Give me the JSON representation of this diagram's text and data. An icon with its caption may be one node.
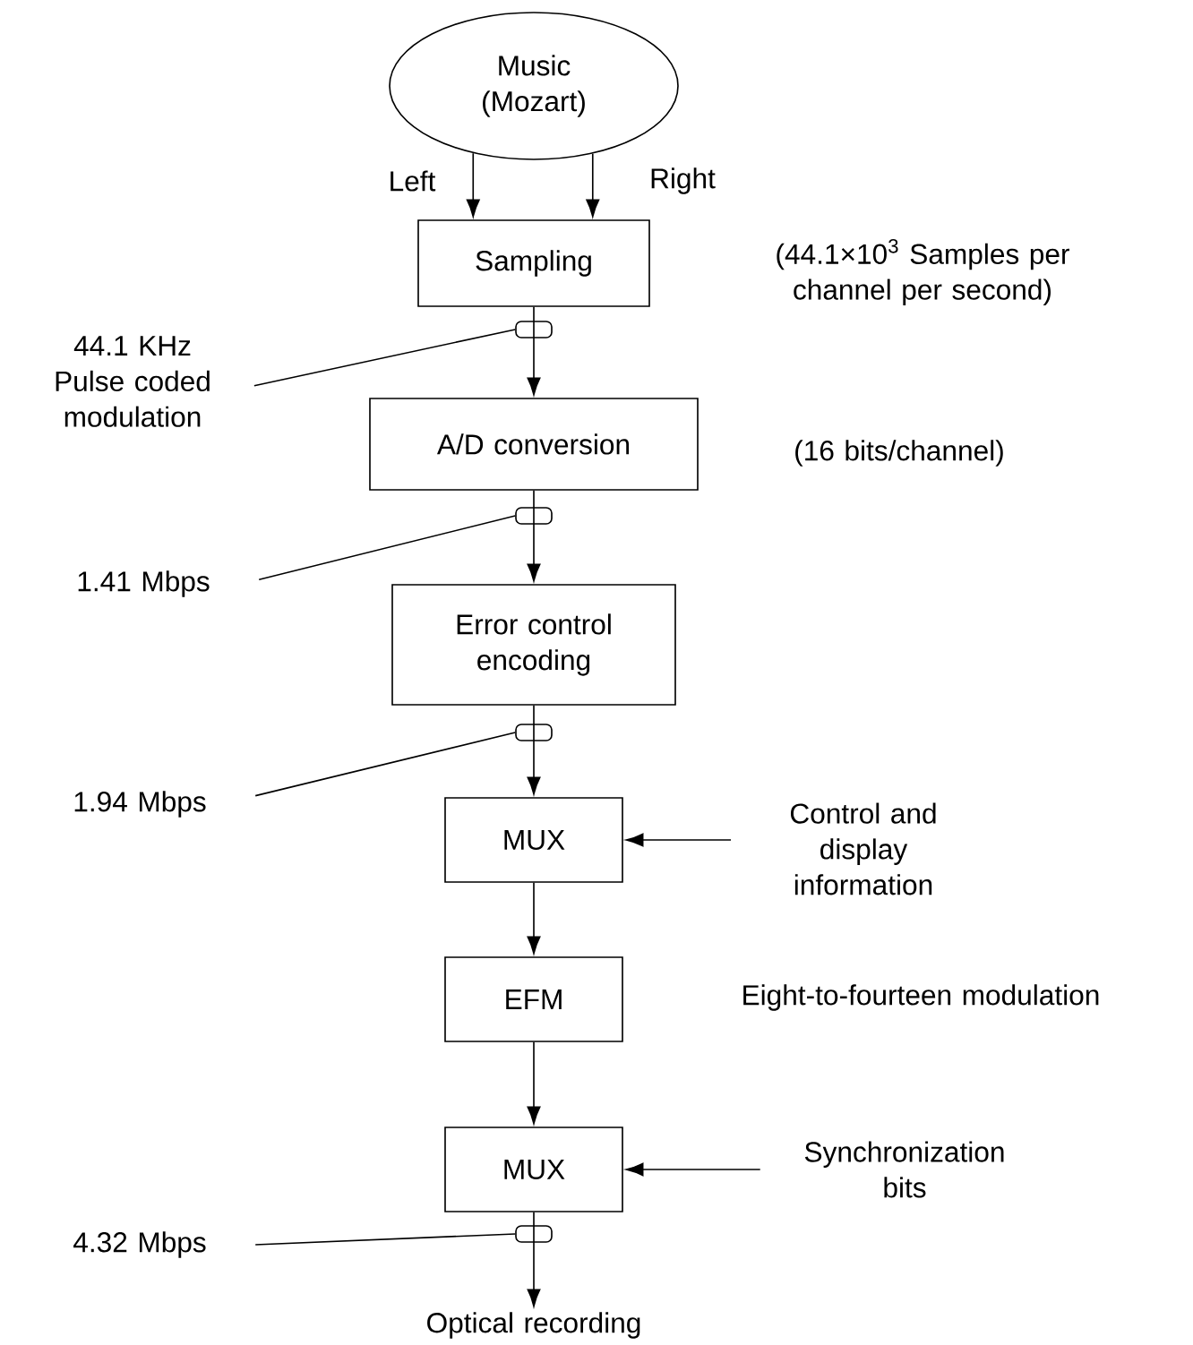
{
  "diagram": {
    "nodes": [
      {
        "text": [
          "Music (Mozart)"
        ]
      },
      {
        "text": [
          "Sampling"
        ]
      },
      {
        "text": [
          "A/D conversion"
        ],
        "beside": [
          "(16 bits/channel)"
        ]
      },
      {
        "text": [
          "Error control encoding"
        ]
      },
      {
        "text": [
          "MUX"
        ]
      },
      {
        "text": [
          "EFM"
        ]
      },
      {
        "text": [
          "MUX"
        ]
      },
      {
        "text": [
          "Control and display information"
        ]
      },
      {
        "text": [
          "Synchronization bits"
        ]
      },
      {
        "text": [
          "Optical recording"
        ]
      },
      {
        "text": [
          "44.1 KHz Pulse coded modulation"
        ]
      },
      {
        "text": [
          "1.41 Mbps"
        ]
      },
      {
        "text": [
          "1.94 Mbps"
        ]
      },
      {
        "text": [
          "4.32 Mbps"
        ]
      },
      {
        "text": [],
        "shape": "box"
      },
      {
        "text": [],
        "shape": "box"
      },
      {
        "text": [],
        "shape": "box"
      },
      {
        "text": [],
        "shape": "box"
      }
    ],
    "edges": [
      {
        "from": 0,
        "to": 1,
        "arrow": "to",
        "label": "Left"
      },
      {
        "from": 0,
        "to": 1,
        "arrow": "to",
        "label": "Right"
      },
      {
        "from": 1,
        "to": 2,
        "arrow": "to"
      },
      {
        "from": 2,
        "to": 3,
        "arrow": "to"
      },
      {
        "from": 3,
        "to": 4,
        "arrow": "to"
      },
      {
        "from": 7,
        "to": 4,
        "arrow": "to"
      },
      {
        "from": 4,
        "to": 5,
        "arrow": "to"
      },
      {
        "from": 5,
        "to": 6,
        "arrow": "to"
      },
      {
        "from": 8,
        "to": 6,
        "arrow": "to"
      },
      {
        "from": 6,
        "to": 9,
        "arrow": "to"
      },
      {
        "from": 10,
        "to": 14,
        "arrow": "none"
      },
      {
        "from": 11,
        "to": 15,
        "arrow": "none"
      },
      {
        "from": 12,
        "to": 16,
        "arrow": "none"
      },
      {
        "from": 13,
        "to": 17,
        "arrow": "none"
      }
    ],
    "labels": [
      "(44.1×10$^{3}$ Samples per channel per second)",
      "Eight-to-fourteen modulation"
    ]
  }
}
